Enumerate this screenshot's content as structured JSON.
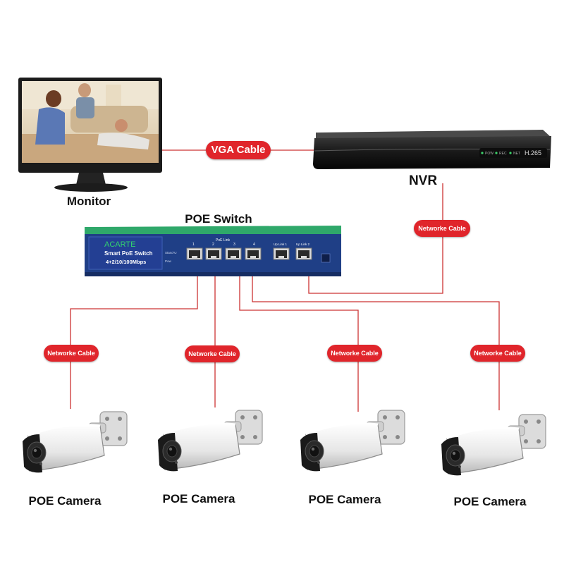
{
  "labels": {
    "monitor": "Monitor",
    "nvr": "NVR",
    "poe_switch": "POE Switch",
    "vga_cable": "VGA Cable",
    "network_cable": "Networke Cable",
    "poe_camera": "POE Camera"
  },
  "nvr_panel": {
    "codec": "H.265",
    "indicators": [
      "POW",
      "REC",
      "NET"
    ]
  },
  "switch_panel": {
    "brand": "ACARTE",
    "model": "Smart PoE Switch",
    "spec": "4+2/10/100Mbps",
    "poe_link": "PoE Link",
    "port_numbers": [
      "1",
      "2",
      "3",
      "4"
    ],
    "uplink_1": "Up Link 1",
    "uplink_2": "Up Link 2",
    "status_1": "Stand-U",
    "status_2": "Pow"
  },
  "colors": {
    "cable": "#c33",
    "pill": "#e0252b",
    "switch_body": "#1f3f86",
    "switch_top": "#2fa86a"
  }
}
